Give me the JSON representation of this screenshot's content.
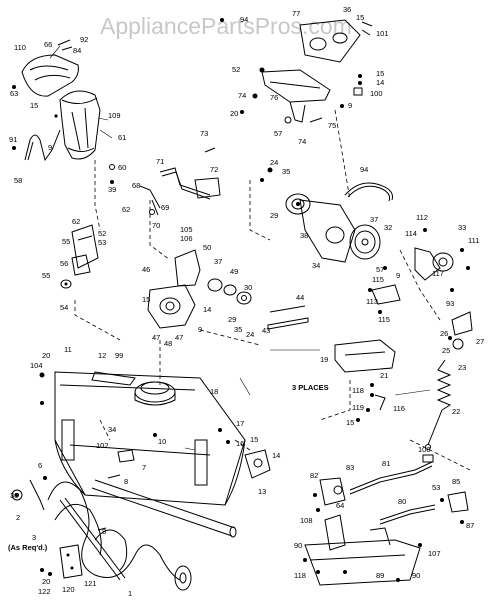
{
  "watermark": "AppliancePartsPros.com",
  "notes": {
    "three_places": "3 PLACES",
    "as_req": "(As Req'd.)"
  },
  "labels": {
    "l110": "110",
    "l66": "66",
    "l92": "92",
    "l84": "84",
    "l63": "63",
    "l15a": "15",
    "l109": "109",
    "l91": "91",
    "l9a": "9",
    "l61": "61",
    "l58": "58",
    "l60": "60",
    "l39": "39",
    "l94a": "94",
    "l77": "77",
    "l36": "36",
    "l15b": "15",
    "l101": "101",
    "l52": "52",
    "l15c": "15",
    "l14a": "14",
    "l74a": "74",
    "l76": "76",
    "l100": "100",
    "l20a": "20",
    "l9b": "9",
    "l57a": "57",
    "l74b": "74",
    "l75": "75",
    "l73": "73",
    "l71": "71",
    "l72": "72",
    "l68": "68",
    "l69": "69",
    "l70": "70",
    "l62a": "62",
    "l24a": "24",
    "l35a": "35",
    "l94b": "94",
    "l29a": "29",
    "l37a": "37",
    "l38": "38",
    "l32": "32",
    "l112": "112",
    "l114": "114",
    "l33": "33",
    "l111": "111",
    "l62b": "62",
    "l55a": "55",
    "l52b": "52",
    "l53": "53",
    "l56": "56",
    "l55b": "55",
    "l54": "54",
    "l105": "105",
    "l106": "106",
    "l50": "50",
    "l34a": "34",
    "l57b": "57",
    "l115a": "115",
    "l9c": "9",
    "l117": "117",
    "l46": "46",
    "l37b": "37",
    "l49": "49",
    "l30": "30",
    "l113": "113",
    "l15d": "15",
    "l115b": "115",
    "l93": "93",
    "l14b": "14",
    "l44": "44",
    "l29b": "29",
    "l9d": "9",
    "l35b": "35",
    "l24b": "24",
    "l43": "43",
    "l47a": "47",
    "l48": "48",
    "l47b": "47",
    "l26": "26",
    "l27": "27",
    "l25": "25",
    "l20b": "20",
    "l11": "11",
    "l12": "12",
    "l99": "99",
    "l104": "104",
    "l19": "19",
    "l23": "23",
    "l21": "21",
    "l118a": "118",
    "l119": "119",
    "l15e": "15",
    "l116": "116",
    "l22": "22",
    "l18": "18",
    "l34b": "34",
    "l17": "17",
    "l10": "10",
    "l16": "16",
    "l15f": "15",
    "l14c": "14",
    "l102": "102",
    "l7": "7",
    "l8a": "8",
    "l13": "13",
    "l6": "6",
    "l30b": "30",
    "l2": "2",
    "l3": "3",
    "l8b": "8",
    "l82": "82",
    "l83": "83",
    "l81": "81",
    "l108a": "108",
    "l64": "64",
    "l108b": "108",
    "l80": "80",
    "l53b": "53",
    "l85": "85",
    "l87": "87",
    "l90a": "90",
    "l107": "107",
    "l118b": "118",
    "l89": "89",
    "l90b": "90",
    "l20c": "20",
    "l122": "122",
    "l120": "120",
    "l121": "121",
    "l1": "1"
  }
}
